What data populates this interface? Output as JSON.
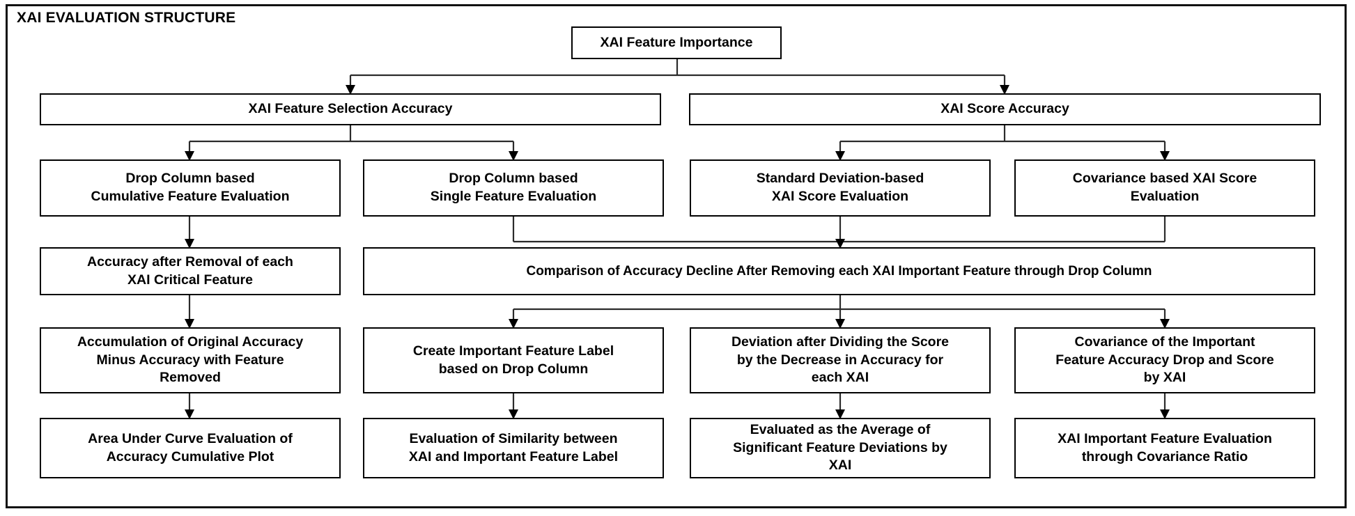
{
  "diagram": {
    "title": "XAI EVALUATION STRUCTURE",
    "type": "flowchart",
    "orientation": "top-down",
    "border_color": "#111111",
    "node_border_color": "#000000",
    "edge_color": "#2b2b2b",
    "background": "#ffffff"
  },
  "nodes": {
    "root": {
      "label": "XAI Feature Importance",
      "level": 1
    },
    "l2_left": {
      "label": "XAI Feature Selection Accuracy",
      "level": 2
    },
    "l2_right": {
      "label": "XAI Score Accuracy",
      "level": 2
    },
    "l3_c1": {
      "label": "Drop Column based\nCumulative Feature Evaluation",
      "level": 3
    },
    "l3_c2": {
      "label": "Drop Column based\nSingle Feature Evaluation",
      "level": 3
    },
    "l3_c3": {
      "label": "Standard Deviation-based\nXAI Score Evaluation",
      "level": 3
    },
    "l3_c4": {
      "label": "Covariance based XAI Score\nEvaluation",
      "level": 3
    },
    "l4_c1": {
      "label": "Accuracy after Removal of each\nXAI Critical Feature",
      "level": 4
    },
    "l4_wide": {
      "label": "Comparison of Accuracy Decline After Removing each XAI Important Feature through Drop Column",
      "level": 4
    },
    "l5_c1": {
      "label": "Accumulation of Original Accuracy\nMinus Accuracy with Feature\nRemoved",
      "level": 5
    },
    "l5_c2": {
      "label": "Create Important Feature Label\nbased on Drop Column",
      "level": 5
    },
    "l5_c3": {
      "label": "Deviation after Dividing the Score\nby the Decrease in Accuracy for\neach XAI",
      "level": 5
    },
    "l5_c4": {
      "label": "Covariance of the Important\nFeature Accuracy Drop and Score\nby XAI",
      "level": 5
    },
    "l6_c1": {
      "label": "Area Under Curve Evaluation of\nAccuracy Cumulative Plot",
      "level": 6
    },
    "l6_c2": {
      "label": "Evaluation of Similarity between\nXAI and Important Feature Label",
      "level": 6
    },
    "l6_c3": {
      "label": "Evaluated as the Average of\nSignificant Feature Deviations by\nXAI",
      "level": 6
    },
    "l6_c4": {
      "label": "XAI Important Feature Evaluation\nthrough Covariance Ratio",
      "level": 6
    }
  },
  "edges": [
    {
      "from": "root",
      "to": "l2_left"
    },
    {
      "from": "root",
      "to": "l2_right"
    },
    {
      "from": "l2_left",
      "to": "l3_c1"
    },
    {
      "from": "l2_left",
      "to": "l3_c2"
    },
    {
      "from": "l2_right",
      "to": "l3_c3"
    },
    {
      "from": "l2_right",
      "to": "l3_c4"
    },
    {
      "from": "l3_c1",
      "to": "l4_c1"
    },
    {
      "from": "l3_c2",
      "to": "l4_wide"
    },
    {
      "from": "l3_c3",
      "to": "l4_wide"
    },
    {
      "from": "l3_c4",
      "to": "l4_wide"
    },
    {
      "from": "l4_c1",
      "to": "l5_c1"
    },
    {
      "from": "l4_wide",
      "to": "l5_c2"
    },
    {
      "from": "l4_wide",
      "to": "l5_c3"
    },
    {
      "from": "l4_wide",
      "to": "l5_c4"
    },
    {
      "from": "l5_c1",
      "to": "l6_c1"
    },
    {
      "from": "l5_c2",
      "to": "l6_c2"
    },
    {
      "from": "l5_c3",
      "to": "l6_c3"
    },
    {
      "from": "l5_c4",
      "to": "l6_c4"
    }
  ]
}
